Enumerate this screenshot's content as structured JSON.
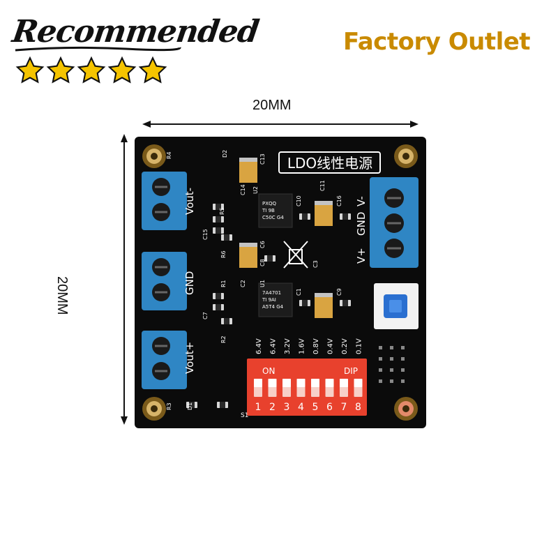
{
  "banner": {
    "recommended_text": "Recommended",
    "rating_stars": 5,
    "factory_text": "Factory Outlet",
    "star_color": "#f5c400",
    "factory_color": "#c98a00"
  },
  "dimensions": {
    "width_label": "20MM",
    "height_label": "20MM"
  },
  "board": {
    "title": "LDO线性电源",
    "terminal_left_labels": [
      "Vout-",
      "GND",
      "Vout+"
    ],
    "terminal_right_labels": [
      "V+",
      "GND",
      "V-"
    ],
    "dip_header_left": "ON",
    "dip_header_right": "DIP",
    "dip_voltages": [
      "6.4V",
      "6.4V",
      "3.2V",
      "1.6V",
      "0.8V",
      "0.4V",
      "0.2V",
      "0.1V"
    ],
    "dip_numbers": [
      "1",
      "2",
      "3",
      "4",
      "5",
      "6",
      "7",
      "8"
    ],
    "switch_label": "S1",
    "chip_top_markings": [
      "PXQQ",
      "TI 9B",
      "C50C G4"
    ],
    "chip_bottom_markings": [
      "7A4701",
      "TI 9AI",
      "A5T4 G4"
    ],
    "component_labels": [
      "R4",
      "D2",
      "C13",
      "C14",
      "U2",
      "C11",
      "C10",
      "C16",
      "C15",
      "R5",
      "R6",
      "C6",
      "C8",
      "C2",
      "R1",
      "U1",
      "C3",
      "C1",
      "C9",
      "C7",
      "R2",
      "R3",
      "D1"
    ],
    "pcb_color": "#0b0b0b",
    "terminal_color": "#2f86c4",
    "dip_color": "#e8412d"
  }
}
